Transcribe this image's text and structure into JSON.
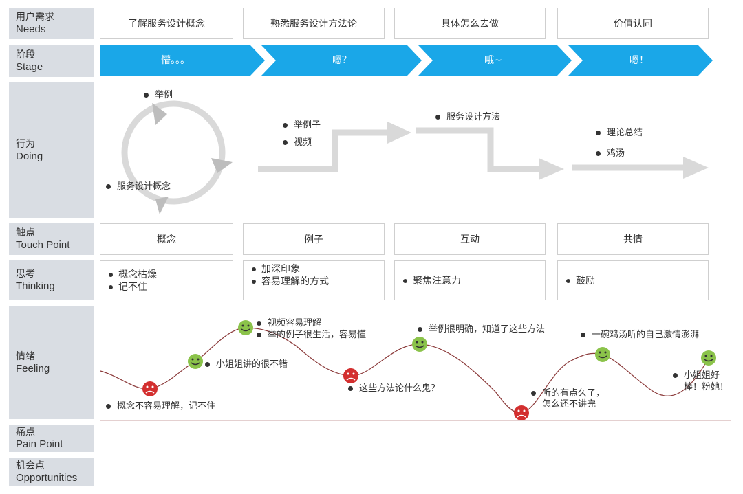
{
  "rows": {
    "needs": {
      "zh": "用户需求",
      "en": "Needs"
    },
    "stage": {
      "zh": "阶段",
      "en": "Stage"
    },
    "doing": {
      "zh": "行为",
      "en": "Doing"
    },
    "touch": {
      "zh": "触点",
      "en": "Touch Point"
    },
    "thinking": {
      "zh": "思考",
      "en": "Thinking"
    },
    "feeling": {
      "zh": "情绪",
      "en": "Feeling"
    },
    "pain": {
      "zh": "痛点",
      "en": "Pain Point"
    },
    "opp": {
      "zh": "机会点",
      "en": "Opportunities"
    }
  },
  "needs": [
    "了解服务设计概念",
    "熟悉服务设计方法论",
    "具体怎么去做",
    "价值认同"
  ],
  "stages": [
    "懵。。。",
    "嗯？",
    "哦~",
    "嗯！"
  ],
  "stage_color": "#1aa7e8",
  "doing": {
    "cycle": [
      "举例",
      "服务设计概念"
    ],
    "step2": [
      "举例子",
      "视频"
    ],
    "step3": [
      "服务设计方法"
    ],
    "step4": [
      "理论总结",
      "鸡汤"
    ]
  },
  "touch": [
    "概念",
    "例子",
    "互动",
    "共情"
  ],
  "thinking": [
    [
      "概念枯燥",
      "记不住"
    ],
    [
      "加深印象",
      "容易理解的方式"
    ],
    [
      "聚焦注意力"
    ],
    [
      "鼓励"
    ]
  ],
  "feeling": {
    "notes": [
      "概念不容易理解，记不住",
      "小姐姐讲的很不错",
      "视频容易理解",
      "举的例子很生活，容易懂",
      "这些方法论什么鬼？",
      "举例很明确，知道了这些方法",
      "听的有点久了，",
      "怎么还不讲完",
      "一碗鸡汤听的自己激情澎湃",
      "小姐姐好",
      "棒！粉她！"
    ],
    "happy_color": "#8bc34a",
    "sad_color": "#d32f2f",
    "curve_color": "#8b3a3a"
  }
}
